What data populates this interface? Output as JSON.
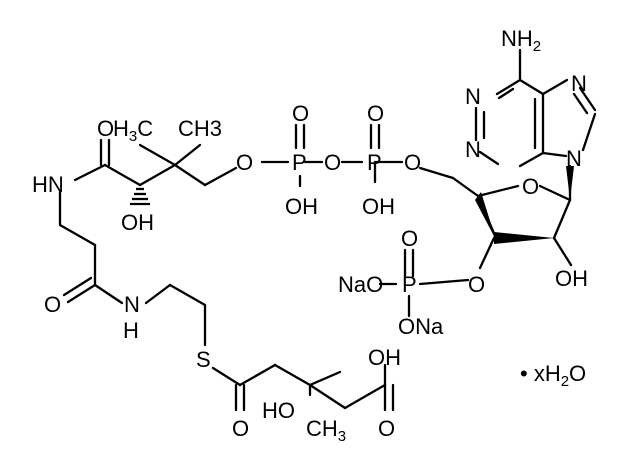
{
  "labels": {
    "nh2": {
      "main": "NH",
      "sub": "2"
    },
    "n_pyrimidine_top": "N",
    "n_pyrimidine_bottom": "N",
    "n_imidazole_top": "N",
    "n_imidazole_ring": "N",
    "o_ribose_ring": "O",
    "ribose_oh": "OH",
    "phosphate_o_upper": "O",
    "phosphate_o_link": "O",
    "phosphate_p": "P",
    "nao_left": "NaO",
    "ona_bottom": "ONa",
    "p1_o_top": "O",
    "p1": "P",
    "p1_oh": "OH",
    "p_bridge_o": "O",
    "p2_o_top": "O",
    "p2": "P",
    "p2_oh": "OH",
    "p2_o_link": "O",
    "pant_o_link": "O",
    "amide1_o": "O",
    "ch3_a": {
      "main": "H",
      "sub": "3",
      "tail": "C"
    },
    "ch3_b": "CH3",
    "hn_left": "HN",
    "oh_pant": "OH",
    "amide2_o": "O",
    "nh_lower": {
      "main": "N",
      "h": "H"
    },
    "s_thioester": "S",
    "thioester_o": "O",
    "ho_hmg": "HO",
    "ch3_hmg": {
      "main": "CH",
      "sub": "3"
    },
    "oh_acid": "OH",
    "acid_o": "O",
    "hydrate": {
      "main": "• xH",
      "sub": "2",
      "tail": "O"
    }
  }
}
